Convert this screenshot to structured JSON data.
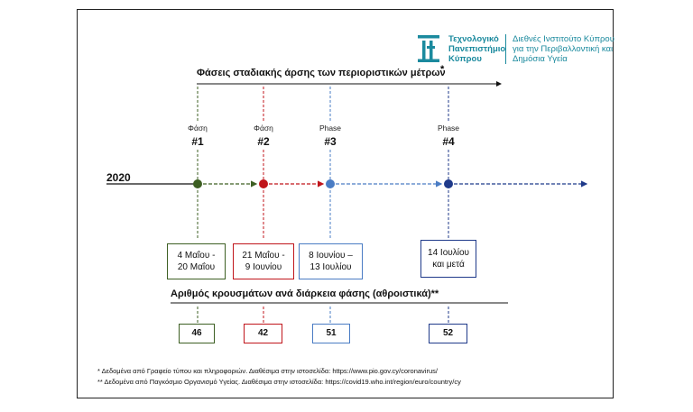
{
  "logo": {
    "org1": [
      "Τεχνολογικό",
      "Πανεπιστήμιο",
      "Κύπρου"
    ],
    "org2": [
      "Διεθνές Ινστιτούτο Κύπρου",
      "για την Περιβαλλοντική και",
      "Δημόσια Υγεία"
    ],
    "color": "#1b8a9e"
  },
  "title": "Φάσεις σταδιακής άρσης των περιοριστικών μέτρων",
  "title_mark": "*",
  "year": "2020",
  "phases": [
    {
      "label": "Φάση",
      "number": "#1",
      "dates": [
        "4 Μαΐου -",
        "20 Μαΐου"
      ],
      "cases": "46",
      "color": "#3d5f23"
    },
    {
      "label": "Φάση",
      "number": "#2",
      "dates": [
        "21 Μαΐου -",
        "9 Ιουνίου"
      ],
      "cases": "42",
      "color": "#c0151b"
    },
    {
      "label": "Phase",
      "number": "#3",
      "dates": [
        "8 Ιουνίου –",
        "13 Ιουλίου"
      ],
      "cases": "51",
      "color": "#4a7cc4"
    },
    {
      "label": "Phase",
      "number": "#4",
      "dates": [
        "14 Ιουλίου",
        "και μετά"
      ],
      "cases": "52",
      "color": "#1f3a8a"
    }
  ],
  "cases_title": "Αριθμός κρουσμάτων ανά διάρκεια φάσης (αθροιστικά)**",
  "notes": [
    "* Δεδομένα από Γραφείο τύπου και πληροφοριών. Διαθέσιμα στην ιστοσελίδα: https://www.pio.gov.cy/coronavirus/",
    "** Δεδομένα από Παγκόσμιο Οργανισμό Υγείας. Διαθέσιμα στην ιστοσελίδα: https://covid19.who.int/region/euro/country/cy"
  ]
}
